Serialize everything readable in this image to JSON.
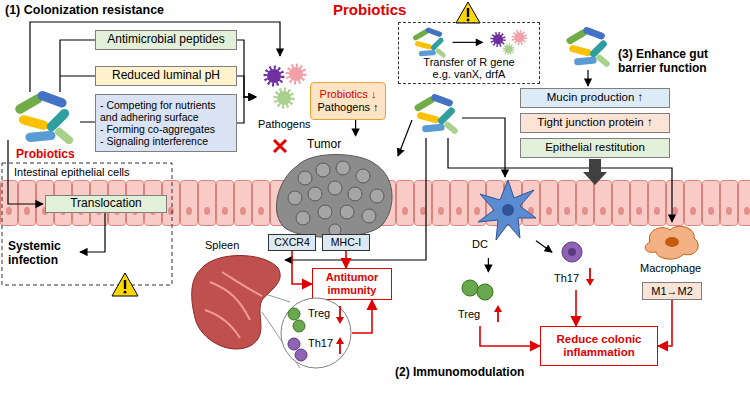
{
  "diagram": {
    "title": "Probiotics",
    "nodes": [
      {
        "text": [
          "Antimicrobial peptides"
        ]
      },
      {
        "text": [
          "Reduced luminal pH"
        ]
      },
      {
        "text": [
          "- Competing for nutrients and adhering surface",
          "- Forming co-aggregates",
          "- Signaling interference"
        ]
      },
      {
        "text": [
          "Pathogens"
        ]
      },
      {
        "text": [
          "Translocation"
        ]
      },
      {
        "text": [
          "Probiotics ↓",
          "Pathogens ↑"
        ]
      },
      {
        "text": [
          "Tumor"
        ]
      },
      {
        "text": [
          "CXCR4"
        ]
      },
      {
        "text": [
          "MHC-I"
        ]
      },
      {
        "text": [
          "Antitumor immunity"
        ]
      },
      {
        "text": [
          "Treg",
          "Th17"
        ]
      },
      {
        "text": [
          "Transfer of R gene",
          "e.g. vanX, drfA"
        ]
      },
      {
        "text": [
          "Mucin production ↑"
        ]
      },
      {
        "text": [
          "Tight junction protein ↑"
        ]
      },
      {
        "text": [
          "Epithelial restitution"
        ]
      },
      {
        "text": [
          "DC"
        ]
      },
      {
        "text": [
          "Th17"
        ]
      },
      {
        "text": [
          "Treg"
        ]
      },
      {
        "text": [
          "Macrophage"
        ]
      },
      {
        "text": [
          "M1→M2"
        ]
      },
      {
        "text": [
          "Reduce colonic inflammation"
        ]
      }
    ],
    "edges": [
      {
        "from": 0,
        "to": 3,
        "arrow": "to"
      },
      {
        "from": 1,
        "to": 3,
        "arrow": "to"
      },
      {
        "from": 2,
        "to": 3,
        "arrow": "to"
      },
      {
        "from": 5,
        "to": 6,
        "arrow": "to"
      },
      {
        "from": 7,
        "to": 9,
        "arrow": "to"
      },
      {
        "from": 8,
        "to": 9,
        "arrow": "to"
      },
      {
        "from": 10,
        "to": 9,
        "arrow": "to"
      },
      {
        "from": 15,
        "to": 16,
        "arrow": "to"
      },
      {
        "from": 15,
        "to": 17,
        "arrow": "to"
      },
      {
        "from": 17,
        "to": 20,
        "arrow": "to"
      },
      {
        "from": 16,
        "to": 20,
        "arrow": "to"
      },
      {
        "from": 19,
        "to": 20,
        "arrow": "to"
      }
    ],
    "labels": [
      "(1) Colonization resistance",
      "Probiotics",
      "Intestinal epithelial cells",
      "Systemic infection",
      "Spleen",
      "(3) Enhance gut barrier function",
      "(2) Immunomodulation"
    ]
  }
}
